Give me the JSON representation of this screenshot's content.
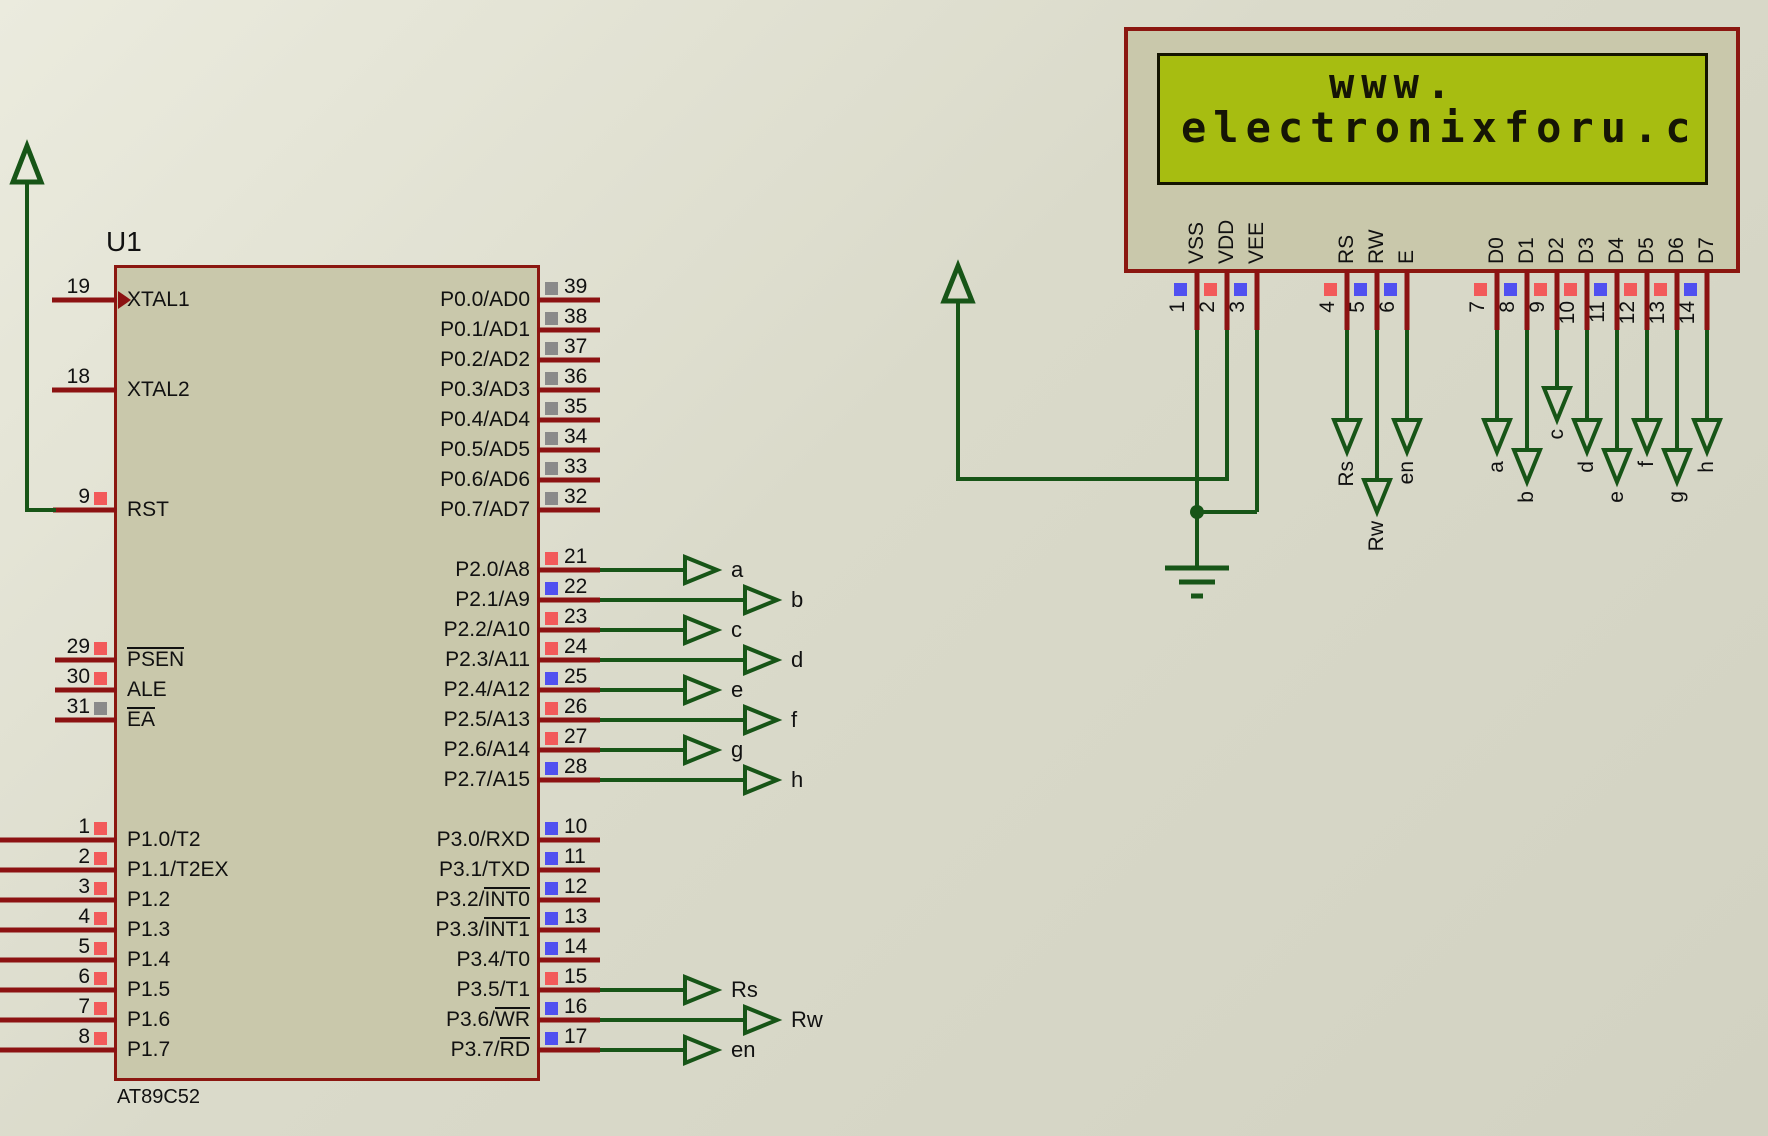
{
  "schematic": {
    "tool_style": "proteus-schematic",
    "colors": {
      "wire_green": "#175517",
      "pin_red": "#8c1212",
      "square_red": "#f25a5a",
      "square_blue": "#5050f0",
      "square_gray": "#8a8a8a",
      "component_fill": "#c9c8ab",
      "component_border": "#8b1710",
      "lcd_screen_green": "#a7bd11",
      "background": "#d8d8c8"
    }
  },
  "mcu": {
    "ref": "U1",
    "part": "AT89C52",
    "left_pins": [
      {
        "num": "19",
        "row": 0,
        "square": null,
        "label": {
          "pre": "XTAL1"
        },
        "clk": true,
        "stub": "medium"
      },
      {
        "num": "18",
        "row": 3,
        "square": null,
        "label": {
          "pre": "XTAL2"
        },
        "stub": "medium"
      },
      {
        "num": "9",
        "row": 7,
        "square": "red",
        "label": {
          "pre": "RST"
        },
        "stub": "rst"
      },
      {
        "num": "29",
        "row": 12,
        "square": "red",
        "label": {
          "pre": "",
          "over": "PSEN"
        },
        "stub": "short"
      },
      {
        "num": "30",
        "row": 13,
        "square": "red",
        "label": {
          "pre": "ALE"
        },
        "stub": "short"
      },
      {
        "num": "31",
        "row": 14,
        "square": "gray",
        "label": {
          "pre": "",
          "over": "EA"
        },
        "stub": "short"
      },
      {
        "num": "1",
        "row": 18,
        "square": "red",
        "label": {
          "pre": "P1.0/T2"
        },
        "stub": "long"
      },
      {
        "num": "2",
        "row": 19,
        "square": "red",
        "label": {
          "pre": "P1.1/T2EX"
        },
        "stub": "long"
      },
      {
        "num": "3",
        "row": 20,
        "square": "red",
        "label": {
          "pre": "P1.2"
        },
        "stub": "long"
      },
      {
        "num": "4",
        "row": 21,
        "square": "red",
        "label": {
          "pre": "P1.3"
        },
        "stub": "long"
      },
      {
        "num": "5",
        "row": 22,
        "square": "red",
        "label": {
          "pre": "P1.4"
        },
        "stub": "long"
      },
      {
        "num": "6",
        "row": 23,
        "square": "red",
        "label": {
          "pre": "P1.5"
        },
        "stub": "long"
      },
      {
        "num": "7",
        "row": 24,
        "square": "red",
        "label": {
          "pre": "P1.6"
        },
        "stub": "long"
      },
      {
        "num": "8",
        "row": 25,
        "square": "red",
        "label": {
          "pre": "P1.7"
        },
        "stub": "long"
      }
    ],
    "right_pins": [
      {
        "num": "39",
        "row": 0,
        "square": "gray",
        "label": {
          "pre": "P0.0/AD0"
        }
      },
      {
        "num": "38",
        "row": 1,
        "square": "gray",
        "label": {
          "pre": "P0.1/AD1"
        }
      },
      {
        "num": "37",
        "row": 2,
        "square": "gray",
        "label": {
          "pre": "P0.2/AD2"
        }
      },
      {
        "num": "36",
        "row": 3,
        "square": "gray",
        "label": {
          "pre": "P0.3/AD3"
        }
      },
      {
        "num": "35",
        "row": 4,
        "square": "gray",
        "label": {
          "pre": "P0.4/AD4"
        }
      },
      {
        "num": "34",
        "row": 5,
        "square": "gray",
        "label": {
          "pre": "P0.5/AD5"
        }
      },
      {
        "num": "33",
        "row": 6,
        "square": "gray",
        "label": {
          "pre": "P0.6/AD6"
        }
      },
      {
        "num": "32",
        "row": 7,
        "square": "gray",
        "label": {
          "pre": "P0.7/AD7"
        }
      },
      {
        "num": "21",
        "row": 9,
        "square": "red",
        "label": {
          "pre": "P2.0/A8"
        },
        "wire": {
          "len": "short",
          "label": "a"
        }
      },
      {
        "num": "22",
        "row": 10,
        "square": "blue",
        "label": {
          "pre": "P2.1/A9"
        },
        "wire": {
          "len": "long",
          "label": "b"
        }
      },
      {
        "num": "23",
        "row": 11,
        "square": "red",
        "label": {
          "pre": "P2.2/A10"
        },
        "wire": {
          "len": "short",
          "label": "c"
        }
      },
      {
        "num": "24",
        "row": 12,
        "square": "red",
        "label": {
          "pre": "P2.3/A11"
        },
        "wire": {
          "len": "long",
          "label": "d"
        }
      },
      {
        "num": "25",
        "row": 13,
        "square": "blue",
        "label": {
          "pre": "P2.4/A12"
        },
        "wire": {
          "len": "short",
          "label": "e"
        }
      },
      {
        "num": "26",
        "row": 14,
        "square": "red",
        "label": {
          "pre": "P2.5/A13"
        },
        "wire": {
          "len": "long",
          "label": "f"
        }
      },
      {
        "num": "27",
        "row": 15,
        "square": "red",
        "label": {
          "pre": "P2.6/A14"
        },
        "wire": {
          "len": "short",
          "label": "g"
        }
      },
      {
        "num": "28",
        "row": 16,
        "square": "blue",
        "label": {
          "pre": "P2.7/A15"
        },
        "wire": {
          "len": "long",
          "label": "h"
        }
      },
      {
        "num": "10",
        "row": 18,
        "square": "blue",
        "label": {
          "pre": "P3.0/RXD"
        }
      },
      {
        "num": "11",
        "row": 19,
        "square": "blue",
        "label": {
          "pre": "P3.1/TXD"
        }
      },
      {
        "num": "12",
        "row": 20,
        "square": "blue",
        "label": {
          "pre": "P3.2/",
          "over": "INT0"
        }
      },
      {
        "num": "13",
        "row": 21,
        "square": "blue",
        "label": {
          "pre": "P3.3/",
          "over": "INT1"
        }
      },
      {
        "num": "14",
        "row": 22,
        "square": "blue",
        "label": {
          "pre": "P3.4/T0"
        }
      },
      {
        "num": "15",
        "row": 23,
        "square": "red",
        "label": {
          "pre": "P3.5/T1"
        },
        "wire": {
          "len": "short",
          "label": "Rs"
        }
      },
      {
        "num": "16",
        "row": 24,
        "square": "blue",
        "label": {
          "pre": "P3.6/",
          "over": "WR"
        },
        "wire": {
          "len": "long",
          "label": "Rw"
        }
      },
      {
        "num": "17",
        "row": 25,
        "square": "blue",
        "label": {
          "pre": "P3.7/",
          "over": "RD"
        },
        "wire": {
          "len": "short",
          "label": "en"
        }
      }
    ]
  },
  "lcd": {
    "screen_lines": [
      "www.",
      "electronixforu.c"
    ],
    "pins": [
      {
        "num": "1",
        "name": "VSS",
        "square": "blue",
        "net": "ground"
      },
      {
        "num": "2",
        "name": "VDD",
        "square": "red",
        "net": "power"
      },
      {
        "num": "3",
        "name": "VEE",
        "square": "blue",
        "net": "vee"
      },
      {
        "num": "4",
        "name": "RS",
        "square": "red",
        "wire": {
          "tip": "mid",
          "label": "Rs"
        }
      },
      {
        "num": "5",
        "name": "RW",
        "square": "blue",
        "wire": {
          "tip": "xlow",
          "label": "Rw"
        }
      },
      {
        "num": "6",
        "name": "E",
        "square": "blue",
        "wire": {
          "tip": "mid",
          "label": "en"
        }
      },
      {
        "num": "7",
        "name": "D0",
        "square": "red",
        "wire": {
          "tip": "mid",
          "label": "a"
        }
      },
      {
        "num": "8",
        "name": "D1",
        "square": "blue",
        "wire": {
          "tip": "low",
          "label": "b"
        }
      },
      {
        "num": "9",
        "name": "D2",
        "square": "red",
        "wire": {
          "tip": "high",
          "label": "c"
        }
      },
      {
        "num": "10",
        "name": "D3",
        "square": "red",
        "wire": {
          "tip": "mid",
          "label": "d"
        }
      },
      {
        "num": "11",
        "name": "D4",
        "square": "blue",
        "wire": {
          "tip": "low",
          "label": "e"
        }
      },
      {
        "num": "12",
        "name": "D5",
        "square": "red",
        "wire": {
          "tip": "mid",
          "label": "f"
        }
      },
      {
        "num": "13",
        "name": "D6",
        "square": "red",
        "wire": {
          "tip": "low",
          "label": "g"
        }
      },
      {
        "num": "14",
        "name": "D7",
        "square": "blue",
        "wire": {
          "tip": "mid",
          "label": "h"
        }
      }
    ]
  }
}
